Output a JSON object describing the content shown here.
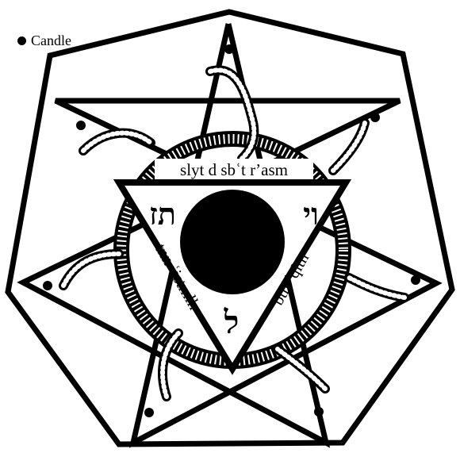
{
  "legend": {
    "label": "Candle"
  },
  "texts": {
    "top": "slyt d sbʿt rʼasm",
    "left": "tnn ʿistmlh",
    "right": "btn ʿqltn",
    "hebrew_left": "תז",
    "hebrew_right": "וי",
    "hebrew_bottom": "ל"
  },
  "colors": {
    "ink": "#000000",
    "paper": "#ffffff"
  }
}
